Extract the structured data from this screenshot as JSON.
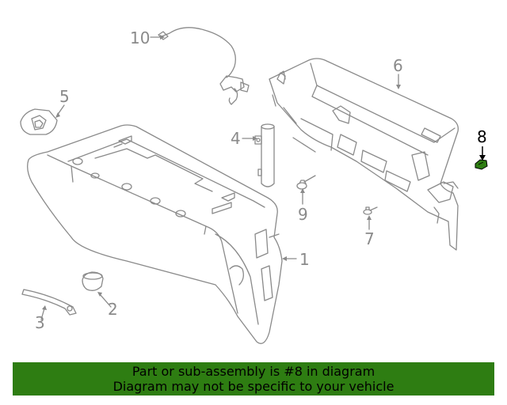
{
  "callouts": {
    "c1": "1",
    "c2": "2",
    "c3": "3",
    "c4": "4",
    "c5": "5",
    "c6": "6",
    "c7": "7",
    "c8": "8",
    "c9": "9",
    "c10": "10"
  },
  "highlighted_part": "8",
  "colors": {
    "line": "#8a8a8a",
    "highlight": "#2e7d12",
    "banner": "#2e7d12"
  },
  "banner": {
    "line1": "Part or sub-assembly is #8 in diagram",
    "line2": "Diagram may not be specific to your vehicle"
  }
}
